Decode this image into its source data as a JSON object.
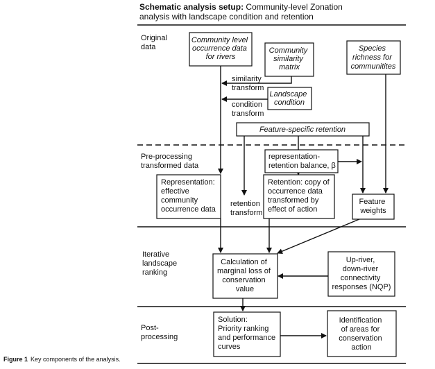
{
  "header": {
    "title_bold": "Schematic analysis setup:",
    "title_rest": " Community-level Zonation",
    "title_line2": "analysis with landscape condition and retention"
  },
  "sections": {
    "original": [
      "Original",
      "data"
    ],
    "preprocessing": [
      "Pre-processing",
      "transformed data"
    ],
    "iterative": [
      "Iterative",
      "landscape",
      "ranking"
    ],
    "post": [
      "Post-",
      "processing"
    ]
  },
  "boxes": {
    "community_data": [
      "Community level",
      "occurrence data",
      "for rivers"
    ],
    "similarity_matrix": [
      "Community",
      "similarity",
      "matrix"
    ],
    "species_richness": [
      "Species",
      "richness for",
      "communitites"
    ],
    "landscape_condition": [
      "Landscape",
      "condition"
    ],
    "feature_retention": [
      "Feature-specific retention"
    ],
    "rep_retention_balance": [
      "representation-",
      "retention balance, β"
    ],
    "representation": [
      "Representation:",
      "effective",
      "community",
      "occurrence data"
    ],
    "retention": [
      "Retention: copy of",
      "occurrence data",
      "transformed by",
      "effect of action"
    ],
    "feature_weights": [
      "Feature",
      "weights"
    ],
    "calculation": [
      "Calculation of",
      "marginal loss of",
      "conservation",
      "value"
    ],
    "connectivity": [
      "Up-river,",
      "down-river",
      "connectivity",
      "responses (NQP)"
    ],
    "solution": [
      "Solution:",
      "Priority ranking",
      "and performance",
      "curves"
    ],
    "identification": [
      "Identification",
      "of areas for",
      "conservation",
      "action"
    ]
  },
  "labels": {
    "similarity_transform": [
      "similarity",
      "transform"
    ],
    "condition_transform": [
      "condition",
      "transform"
    ],
    "retention_transform": [
      "retention",
      "transform"
    ]
  },
  "caption": {
    "label": "Figure 1",
    "text": "Key components of the analysis."
  }
}
